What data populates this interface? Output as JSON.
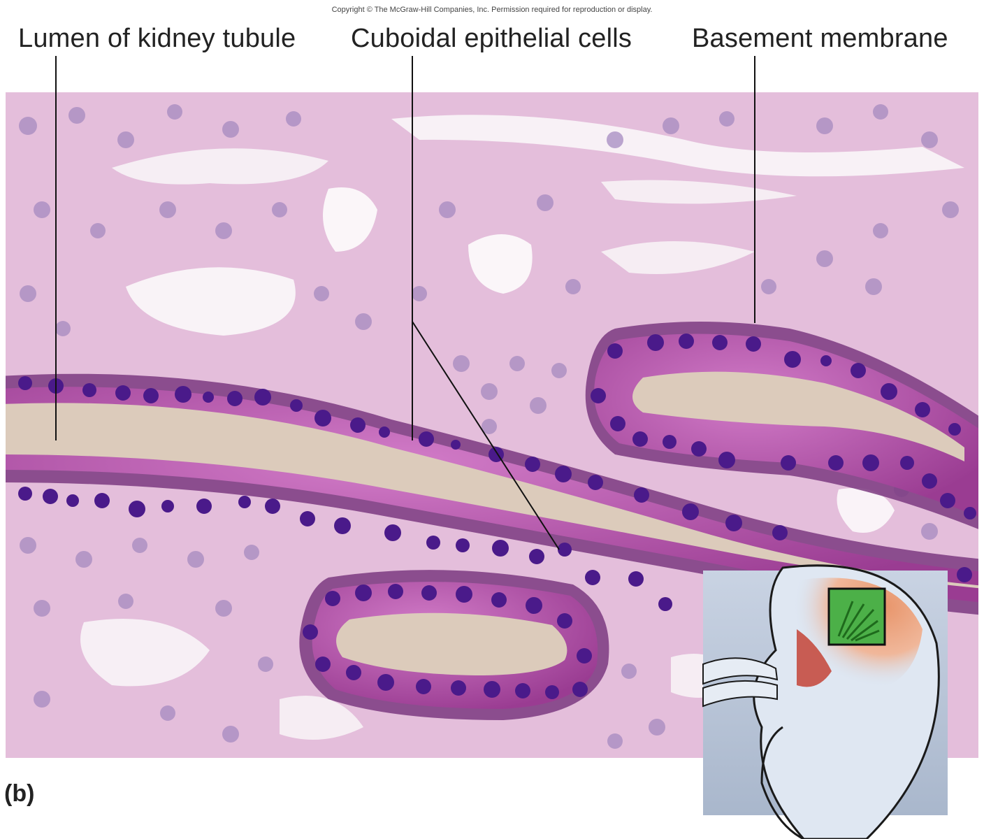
{
  "copyright": "Copyright © The McGraw-Hill Companies, Inc. Permission required for reproduction or display.",
  "labels": {
    "lumen": "Lumen of kidney tubule",
    "cuboidal": "Cuboidal epithelial cells",
    "basement": "Basement membrane"
  },
  "panel_letter": "(b)",
  "colors": {
    "tissue": "#e2b7d8",
    "lumen": "#dccbbb",
    "cell": "#b54aa8",
    "nucleus": "#4a1a8a",
    "membrane": "#6a2f6a"
  }
}
